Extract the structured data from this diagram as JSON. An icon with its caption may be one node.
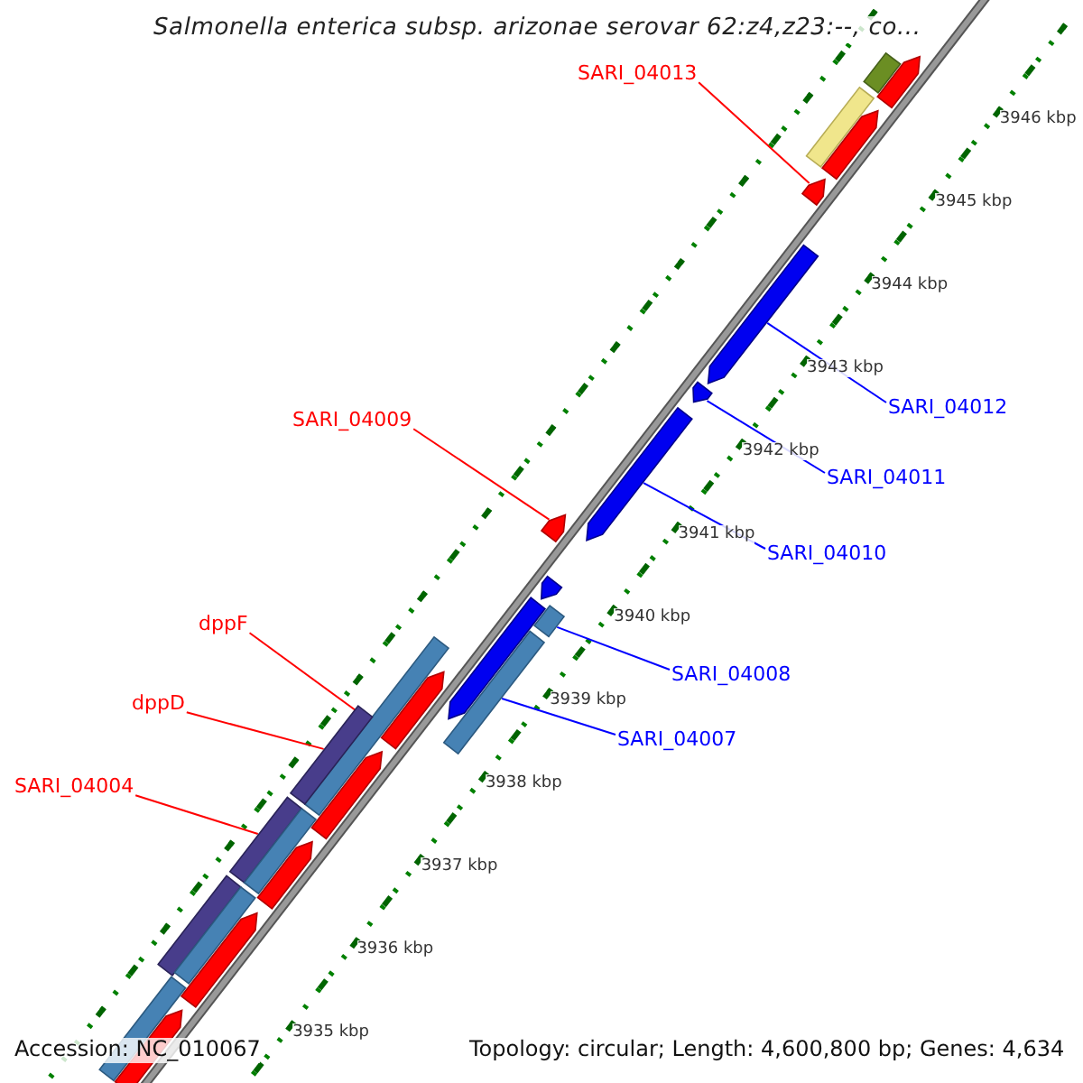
{
  "diagram": {
    "title": "Salmonella enterica subsp. arizonae serovar 62:z4,z23:--, co...",
    "nodes": [
      {
        "text": [
          "SARI_04013"
        ]
      },
      {
        "text": [],
        "shape": "arrow"
      },
      {
        "text": [
          "SARI_04012"
        ]
      },
      {
        "text": [],
        "shape": "arrow"
      },
      {
        "text": [
          "SARI_04011"
        ]
      },
      {
        "text": [],
        "shape": "arrow"
      },
      {
        "text": [
          "SARI_04010"
        ]
      },
      {
        "text": [],
        "shape": "arrow"
      },
      {
        "text": [
          "SARI_04009"
        ]
      },
      {
        "text": [],
        "shape": "arrow"
      },
      {
        "text": [
          "SARI_04008"
        ]
      },
      {
        "text": [],
        "shape": "bar"
      },
      {
        "text": [
          "SARI_04007"
        ]
      },
      {
        "text": [],
        "shape": "bar"
      },
      {
        "text": [
          "dppF"
        ]
      },
      {
        "text": [],
        "shape": "bar"
      },
      {
        "text": [
          "dppD"
        ]
      },
      {
        "text": [],
        "shape": "bar"
      },
      {
        "text": [
          "SARI_04004"
        ]
      },
      {
        "text": [],
        "shape": "bar"
      },
      {
        "text": [],
        "shape": "bar"
      },
      {
        "text": [],
        "shape": "arrow"
      },
      {
        "text": [],
        "shape": "bar"
      },
      {
        "text": [],
        "shape": "arrow"
      },
      {
        "text": [],
        "shape": "arrow"
      },
      {
        "text": [],
        "shape": "arrow"
      },
      {
        "text": [],
        "shape": "arrow"
      },
      {
        "text": [],
        "shape": "arrow"
      },
      {
        "text": [],
        "shape": "arrow"
      },
      {
        "text": [],
        "shape": "bar"
      },
      {
        "text": [],
        "shape": "bar"
      },
      {
        "text": [],
        "shape": "bar"
      },
      {
        "text": [],
        "shape": "arrow"
      },
      {
        "text": [],
        "shape": "bar"
      },
      {
        "text": [],
        "shape": "arrow"
      }
    ],
    "edges": [
      {
        "from": 0,
        "to": 1,
        "arrow": "none",
        "color": "#ff0000"
      },
      {
        "from": 2,
        "to": 3,
        "arrow": "none",
        "color": "#0000ff"
      },
      {
        "from": 4,
        "to": 5,
        "arrow": "none",
        "color": "#0000ff"
      },
      {
        "from": 6,
        "to": 7,
        "arrow": "none",
        "color": "#0000ff"
      },
      {
        "from": 8,
        "to": 9,
        "arrow": "none",
        "color": "#ff0000"
      },
      {
        "from": 10,
        "to": 11,
        "arrow": "none",
        "color": "#0000ff"
      },
      {
        "from": 12,
        "to": 13,
        "arrow": "none",
        "color": "#0000ff"
      },
      {
        "from": 14,
        "to": 15,
        "arrow": "none",
        "color": "#ff0000"
      },
      {
        "from": 16,
        "to": 17,
        "arrow": "none",
        "color": "#ff0000"
      },
      {
        "from": 18,
        "to": 19,
        "arrow": "none",
        "color": "#ff0000"
      }
    ],
    "labels": [
      "3946 kbp",
      "3945 kbp",
      "3944 kbp",
      "3943 kbp",
      "3942 kbp",
      "3941 kbp",
      "3940 kbp",
      "3939 kbp",
      "3938 kbp",
      "3937 kbp",
      "3936 kbp",
      "3935 kbp",
      "Accession: NC_010067",
      "Topology: circular; Length: 4,600,800 bp; Genes: 4,634"
    ]
  }
}
